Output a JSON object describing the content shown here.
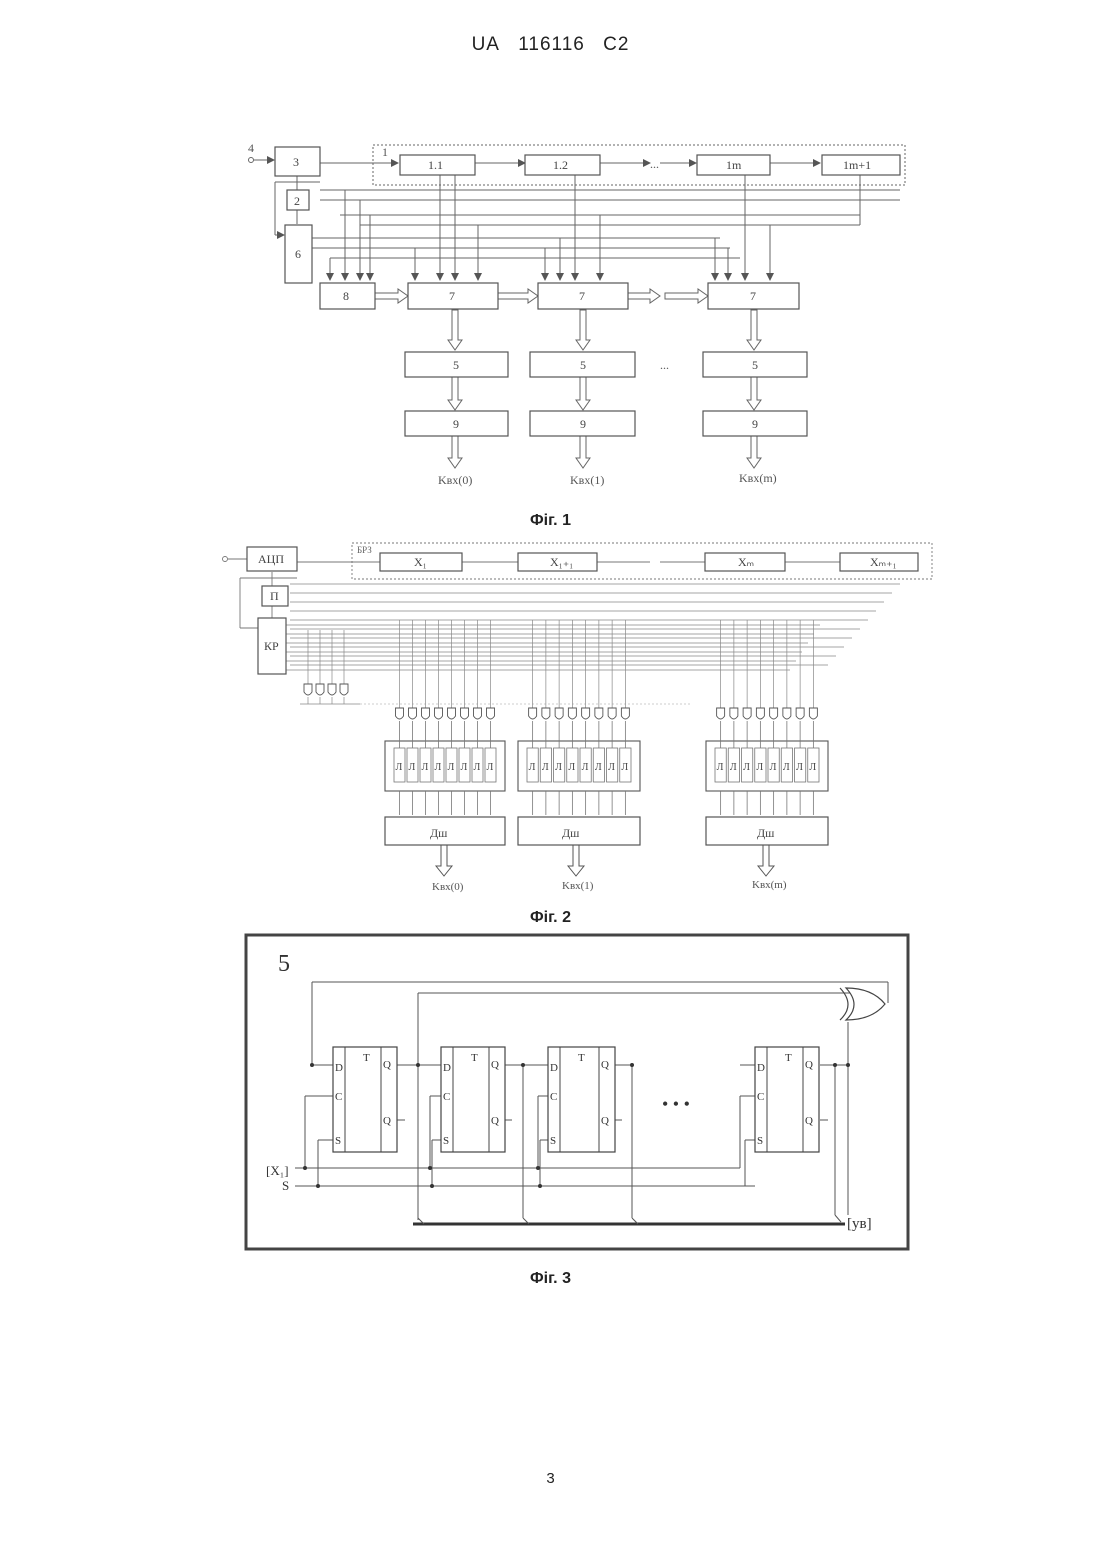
{
  "header": {
    "country": "UA",
    "number": "116116",
    "kind": "C2"
  },
  "fig1": {
    "caption": "Фіг. 1",
    "input_label": "4",
    "reg_label": "1",
    "blocks": {
      "b3": "3",
      "b2": "2",
      "b6": "6",
      "b8": "8",
      "b7": "7",
      "b5": "5",
      "b9": "9"
    },
    "cells": [
      "1.1",
      "1.2",
      "1m",
      "1m+1"
    ],
    "outputs": [
      "Kвх(0)",
      "Kвх(1)",
      "Kвх(m)"
    ]
  },
  "fig2": {
    "caption": "Фіг. 2",
    "adc": "АЦП",
    "p": "П",
    "kr": "КР",
    "reg": "БРЗ",
    "cells": [
      "X₁",
      "X₁₊₁",
      "Xₘ",
      "Xₘ₊₁"
    ],
    "latch": "Л",
    "decoder": "Дш",
    "outputs": [
      "Kвх(0)",
      "Kвх(1)",
      "Kвх(m)"
    ]
  },
  "fig3": {
    "caption": "Фіг. 3",
    "block_number": "5",
    "pins": {
      "d": "D",
      "t": "T",
      "c": "C",
      "s": "S",
      "q": "Q",
      "qbar": "Q"
    },
    "in_x": "[X₁]",
    "in_s": "S",
    "out_y": "[yв]",
    "ellipsis": "• • •"
  },
  "page_number": "3"
}
